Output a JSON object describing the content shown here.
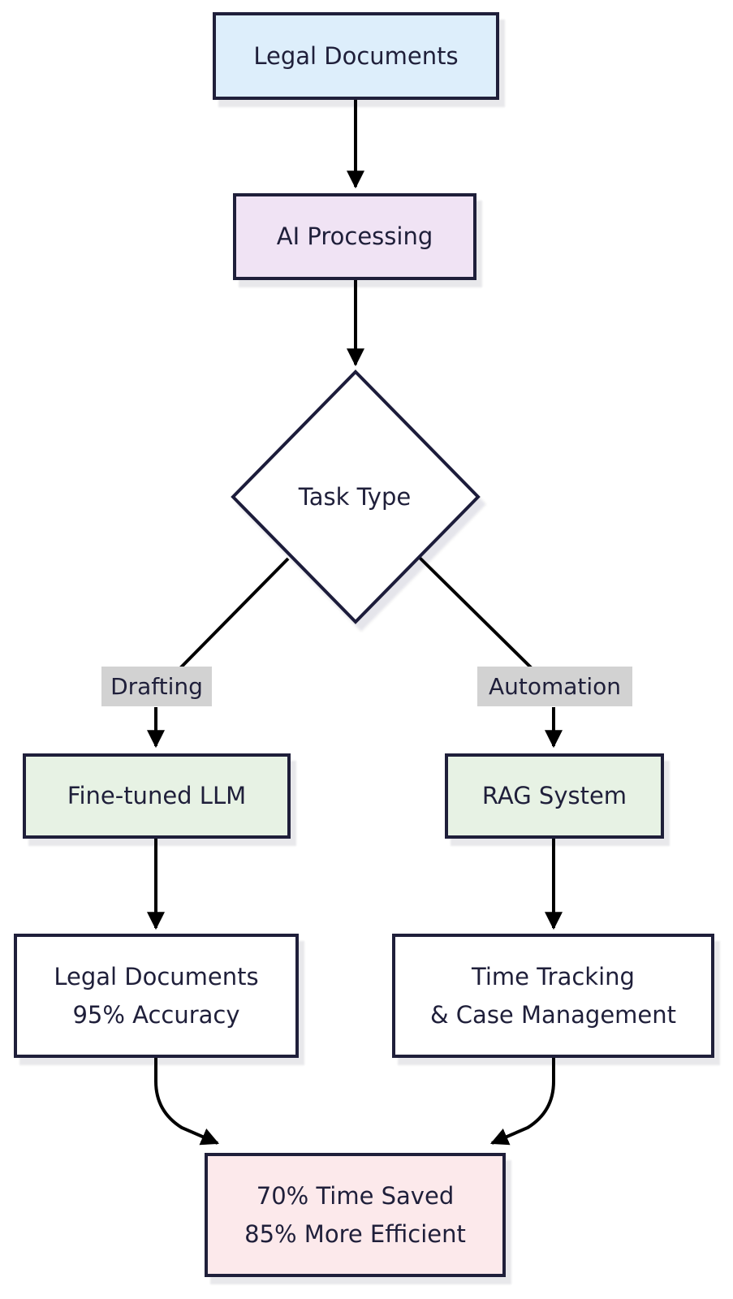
{
  "diagram": {
    "type": "flowchart-top-down",
    "colors": {
      "background": "#ffffff",
      "node_border": "#1f1f3a",
      "node_text": "#1f1f3a",
      "edge_line": "#000000",
      "edge_label_bg": "#d2d2d2",
      "fill_blue": "#ddeefb",
      "fill_purple": "#f0e3f4",
      "fill_green": "#e7f2e4",
      "fill_white": "#ffffff",
      "fill_pink": "#fce9eb"
    },
    "nodes": {
      "input": {
        "label": "Legal Documents",
        "shape": "rect",
        "fill": "#ddeefb"
      },
      "process": {
        "label": "AI Processing",
        "shape": "rect",
        "fill": "#f0e3f4"
      },
      "decision": {
        "label": "Task Type",
        "shape": "diamond",
        "fill": "#ffffff"
      },
      "llm": {
        "label": "Fine-tuned LLM",
        "shape": "rect",
        "fill": "#e7f2e4"
      },
      "rag": {
        "label": "RAG System",
        "shape": "rect",
        "fill": "#e7f2e4"
      },
      "llm_output": {
        "line1": "Legal Documents",
        "line2": "95% Accuracy",
        "shape": "rect",
        "fill": "#ffffff"
      },
      "rag_output": {
        "line1": "Time Tracking",
        "line2": "& Case Management",
        "shape": "rect",
        "fill": "#ffffff"
      },
      "result": {
        "line1": "70% Time Saved",
        "line2": "85% More Efficient",
        "shape": "rect",
        "fill": "#fce9eb"
      }
    },
    "edges": [
      {
        "from": "input",
        "to": "process",
        "label": ""
      },
      {
        "from": "process",
        "to": "decision",
        "label": ""
      },
      {
        "from": "decision",
        "to": "llm",
        "label": "Drafting"
      },
      {
        "from": "decision",
        "to": "rag",
        "label": "Automation"
      },
      {
        "from": "llm",
        "to": "llm_output",
        "label": ""
      },
      {
        "from": "rag",
        "to": "rag_output",
        "label": ""
      },
      {
        "from": "llm_output",
        "to": "result",
        "label": ""
      },
      {
        "from": "rag_output",
        "to": "result",
        "label": ""
      }
    ]
  }
}
